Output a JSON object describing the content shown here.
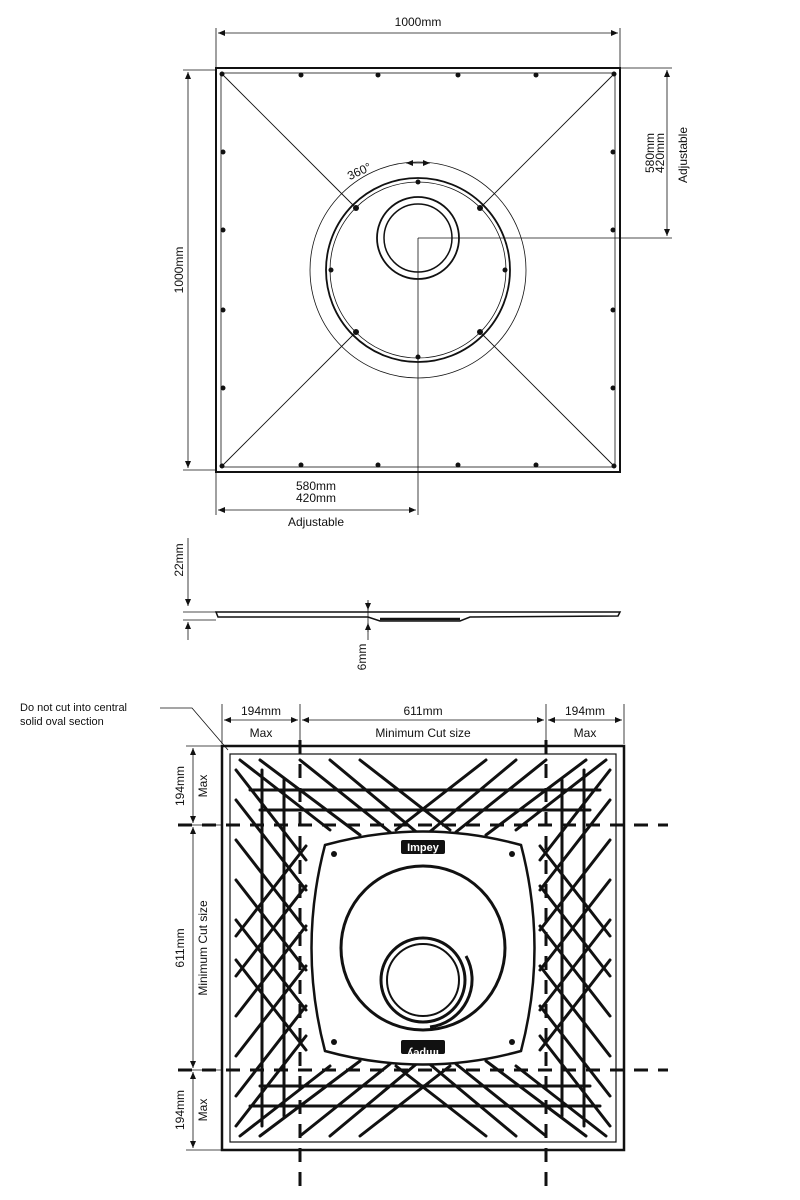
{
  "top_view": {
    "width_label": "1000mm",
    "height_label": "1000mm",
    "right_offset_max": "580mm",
    "right_offset_min": "420mm",
    "right_offset_note": "Adjustable",
    "bottom_offset_max": "580mm",
    "bottom_offset_min": "420mm",
    "bottom_offset_note": "Adjustable",
    "rotation_label": "360°"
  },
  "side_view": {
    "thickness_label": "22mm",
    "base_label": "6mm"
  },
  "cut_view": {
    "note_line1": "Do not cut into central",
    "note_line2": "solid oval section",
    "top_left_size": "194mm",
    "top_left_note": "Max",
    "top_center_size": "611mm",
    "top_center_note": "Minimum Cut size",
    "top_right_size": "194mm",
    "top_right_note": "Max",
    "left_top_size": "194mm",
    "left_top_note": "Max",
    "left_center_size": "611mm",
    "left_center_note": "Minimum Cut size",
    "left_bottom_size": "194mm",
    "left_bottom_note": "Max",
    "brand_top": "Impey",
    "brand_bottom": "Impey"
  }
}
